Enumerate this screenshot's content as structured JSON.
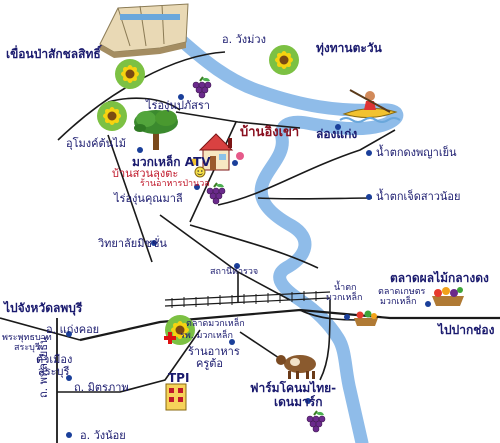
{
  "labels": {
    "dam": "เขื่อนป่าสักชลสิทธิ์",
    "wang_muang": "อ. วังม่วง",
    "sunflower_field": "ทุ่งทานตะวัน",
    "vineyard_pb": "ไร่องุ่นปภัสรา",
    "tunnel": "อุโมงค์ต้นไม้",
    "ban_ing_khao": "บ้านอิงเขา",
    "rafting": "ล่องแก่ง",
    "mok_lek_atv": "มวกเหล็ก ATV",
    "ban_suan": "บ้านสวนลุงตะ",
    "restaurant_pv": "ร้านอาหารป่านวล",
    "vineyard_km": "ไร่องุ่นคุณมาลี",
    "waterfall_kp": "น้ำตกดงพญาเย็น",
    "waterfall_cj": "น้ำตกเจ็ดสาวน้อย",
    "college": "วิทยาลัยมิชชั่น",
    "fruit_market": "ตลาดผลไม้กลางดง",
    "station": "สถานีตำรวจ",
    "waterfall_ml_1": "น้ำตก",
    "waterfall_ml_2": "มวกเหล็ก",
    "farmers_1": "ตลาดเกษตร",
    "farmers_2": "มวกเหล็ก",
    "to_lopburi": "ไปจังหวัดลพบุรี",
    "kaeng_khoi": "อ. แก่งคอย",
    "to_pak_chong": "ไปปากช่อง",
    "market_ml": "ตลาดมวกเหล็ก",
    "hospital": "รพ. มวกเหล็ก",
    "buddha_1": "พระพุทธบาท",
    "buddha_2": "สระบุรี",
    "saraburi_1": "ตัวเมือง",
    "saraburi_2": "สระบุรี",
    "restaurant_krua_1": "ร้านอาหาร",
    "restaurant_krua_2": "ครูต้อ",
    "road_mittraphap": "ถ. มิตรภาพ",
    "tpi": "TPI",
    "farm_1": "ฟาร์มโคนมไทย-",
    "farm_2": "เดนมาร์ก",
    "road_phahon": "ถ. พหลโยธิน",
    "wang_noi": "อ. วังน้อย"
  },
  "colors": {
    "road": "#1a1a1a",
    "river": "#8fbce9",
    "label": "#1a1a6e",
    "accent_red": "#c0182a",
    "marker": "#1a3f9a"
  },
  "icons": [
    "dam-icon",
    "sunflower-icon",
    "grape-icon",
    "tree-icon",
    "house-icon",
    "kayak-icon",
    "cow-icon",
    "smiley-icon",
    "hospital-cross-icon",
    "fruit-basket-icon",
    "railway-icon"
  ]
}
